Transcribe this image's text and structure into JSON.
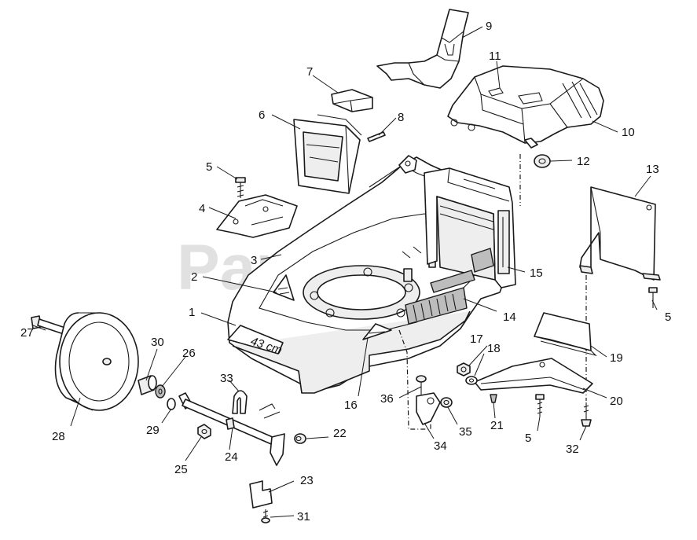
{
  "watermark": "PartsTree",
  "deck_marking": "43 cm",
  "callouts": {
    "c1": "1",
    "c2": "2",
    "c3": "3",
    "c4": "4",
    "c5a": "5",
    "c5b": "5",
    "c5c": "5",
    "c6": "6",
    "c7": "7",
    "c8": "8",
    "c9": "9",
    "c10": "10",
    "c11": "11",
    "c12": "12",
    "c13": "13",
    "c14": "14",
    "c15": "15",
    "c16": "16",
    "c17": "17",
    "c18": "18",
    "c19": "19",
    "c20": "20",
    "c21": "21",
    "c22": "22",
    "c23": "23",
    "c24": "24",
    "c25": "25",
    "c26": "26",
    "c27": "27",
    "c28": "28",
    "c29": "29",
    "c30": "30",
    "c31": "31",
    "c32": "32",
    "c33": "33",
    "c34": "34",
    "c35": "35",
    "c36": "36"
  }
}
